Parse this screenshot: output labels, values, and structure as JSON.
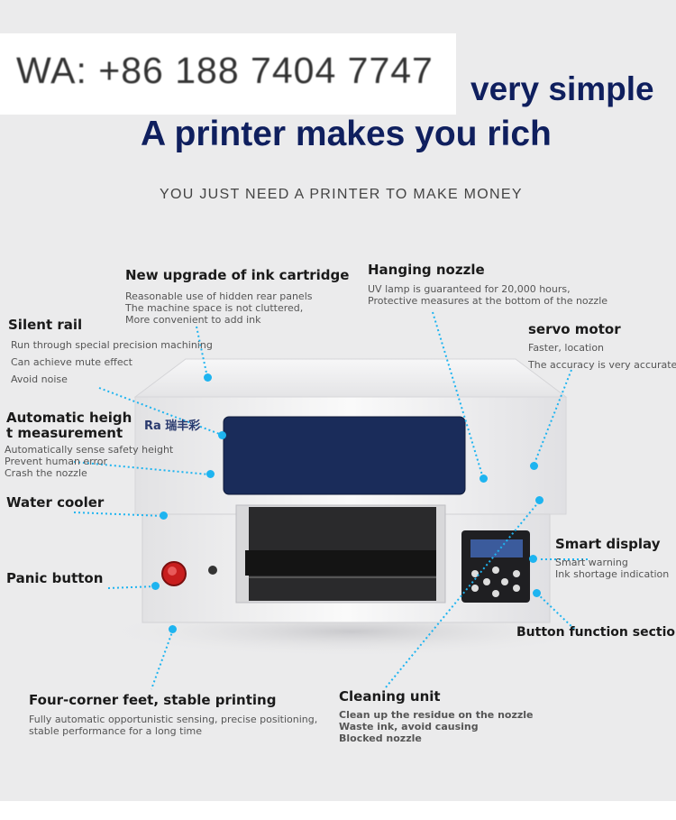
{
  "watermark": {
    "text": "WA:  +86 188 7404 7747"
  },
  "header": {
    "title_line1": "very simple",
    "title_line2": "A printer makes you rich",
    "subtitle": "YOU JUST NEED A PRINTER TO MAKE MONEY"
  },
  "printer": {
    "brand_logo_text": "Ra 瑞丰彩"
  },
  "features": {
    "ink_cartridge": {
      "title": "New upgrade of ink cartridge",
      "lines": [
        "Reasonable use of hidden rear panels",
        "The machine space is not cluttered,",
        "More convenient to add ink"
      ]
    },
    "hanging_nozzle": {
      "title": "Hanging nozzle",
      "lines": [
        "UV lamp is guaranteed for 20,000 hours,",
        "Protective measures at the bottom of the nozzle"
      ]
    },
    "silent_rail": {
      "title": "Silent rail",
      "lines": [
        "Run through special precision machining",
        "Can achieve mute effect",
        "Avoid noise"
      ]
    },
    "servo_motor": {
      "title": "servo motor",
      "lines": [
        "Faster, location",
        "The accuracy is very accurate."
      ]
    },
    "auto_height": {
      "title_line1": "Automatic heigh",
      "title_line2": "t measurement",
      "lines": [
        "Automatically sense safety height",
        "Prevent human error",
        "Crash the nozzle"
      ]
    },
    "water_cooler": {
      "title": "Water cooler"
    },
    "panic_button": {
      "title": "Panic button"
    },
    "smart_display": {
      "title": "Smart display",
      "lines": [
        "Smart warning",
        "Ink shortage indication"
      ]
    },
    "button_section": {
      "title": "Button function section"
    },
    "feet": {
      "title": "Four-corner feet, stable printing",
      "lines": [
        "Fully automatic opportunistic sensing, precise positioning,",
        "stable performance for a long time"
      ]
    },
    "cleaning_unit": {
      "title": "Cleaning unit",
      "lines": [
        "Clean up the residue on the nozzle",
        "Waste ink, avoid causing",
        "Blocked nozzle"
      ]
    }
  },
  "colors": {
    "accent_dot": "#1eb4f0",
    "title_navy": "#0f1f5e",
    "panel_blue": "#1a2c5a"
  }
}
